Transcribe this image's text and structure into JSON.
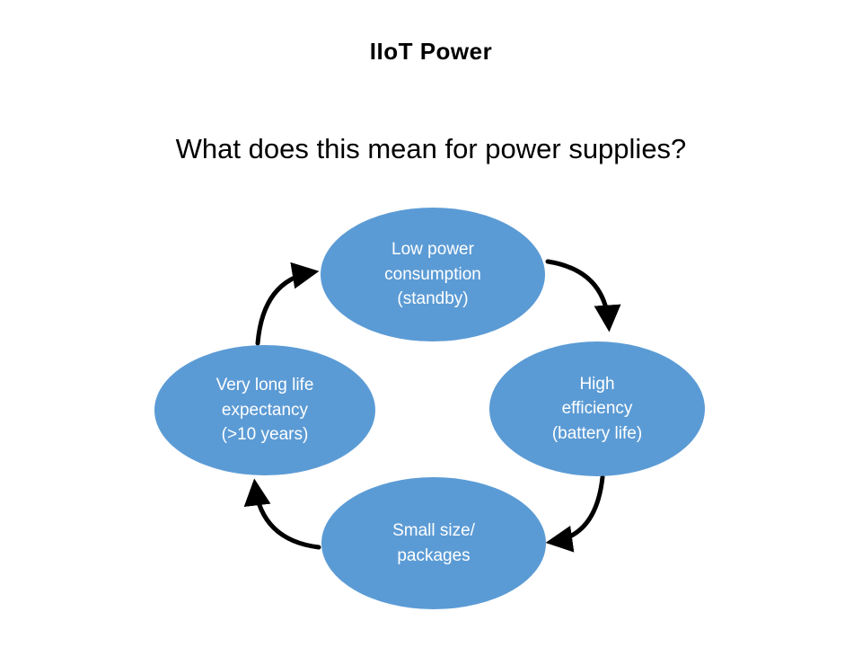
{
  "slide": {
    "title": "IIoT Power",
    "subtitle": "What does this mean for power supplies?"
  },
  "diagram": {
    "type": "cycle",
    "direction": "clockwise",
    "nodes": [
      {
        "position": "top",
        "label": "Low power\nconsumption\n(standby)"
      },
      {
        "position": "right",
        "label": "High\nefficiency\n(battery life)"
      },
      {
        "position": "bottom",
        "label": "Small size/\npackages"
      },
      {
        "position": "left",
        "label": "Very long life\nexpectancy\n(>10 years)"
      }
    ],
    "colors": {
      "node_fill": "#5b9bd5",
      "node_text": "#ffffff",
      "arrow": "#000000",
      "background": "#ffffff",
      "title_text": "#000000"
    }
  }
}
